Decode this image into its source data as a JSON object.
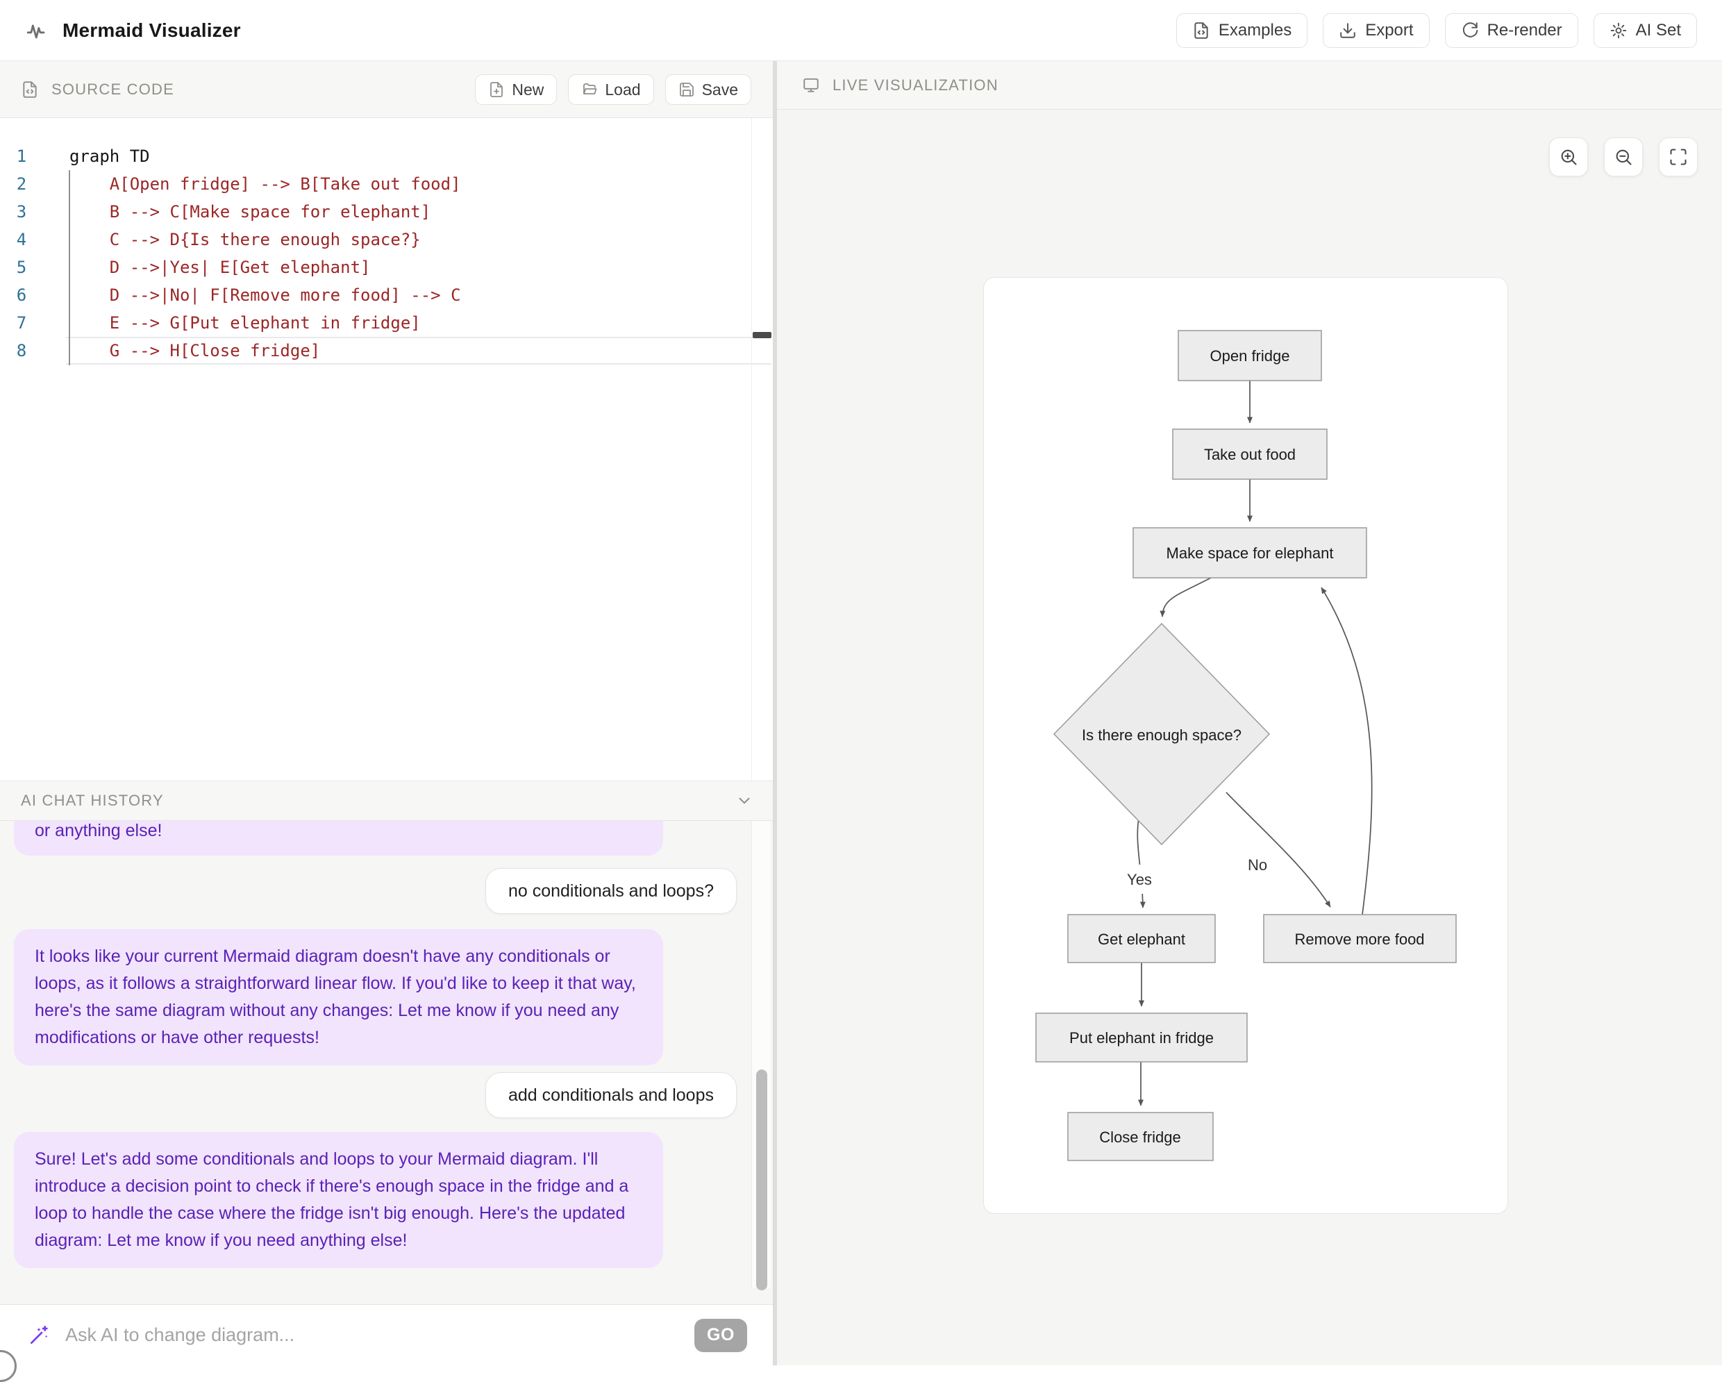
{
  "app": {
    "title": "Mermaid Visualizer"
  },
  "header_buttons": {
    "examples": "Examples",
    "export": "Export",
    "rerender": "Re-render",
    "ai_set": "AI Set"
  },
  "source_panel": {
    "title": "SOURCE CODE",
    "new_label": "New",
    "load_label": "Load",
    "save_label": "Save",
    "active_line": 8,
    "lines": [
      {
        "num": "1",
        "text": "graph TD"
      },
      {
        "num": "2",
        "text": "    A[Open fridge] --> B[Take out food]"
      },
      {
        "num": "3",
        "text": "    B --> C[Make space for elephant]"
      },
      {
        "num": "4",
        "text": "    C --> D{Is there enough space?}"
      },
      {
        "num": "5",
        "text": "    D -->|Yes| E[Get elephant]"
      },
      {
        "num": "6",
        "text": "    D -->|No| F[Remove more food] --> C"
      },
      {
        "num": "7",
        "text": "    E --> G[Put elephant in fridge]"
      },
      {
        "num": "8",
        "text": "    G --> H[Close fridge]"
      }
    ]
  },
  "chat": {
    "title": "AI CHAT HISTORY",
    "messages": [
      {
        "role": "ai",
        "text": "or anything else!"
      },
      {
        "role": "user",
        "text": "no conditionals and loops?"
      },
      {
        "role": "ai",
        "text": "It looks like your current Mermaid diagram doesn't have any conditionals or loops, as it follows a straightforward linear flow. If you'd like to keep it that way, here's the same diagram without any changes: Let me know if you need any modifications or have other requests!"
      },
      {
        "role": "user",
        "text": "add conditionals and loops"
      },
      {
        "role": "ai",
        "text": "Sure! Let's add some conditionals and loops to your Mermaid diagram. I'll introduce a decision point to check if there's enough space in the fridge and a loop to handle the case where the fridge isn't big enough. Here's the updated diagram: Let me know if you need anything else!"
      }
    ],
    "input_placeholder": "Ask AI to change diagram...",
    "send_label": "GO"
  },
  "viz": {
    "title": "LIVE VISUALIZATION",
    "diagram": {
      "type": "flowchart",
      "direction": "TD",
      "nodes": [
        {
          "id": "A",
          "label": "Open fridge",
          "shape": "rect"
        },
        {
          "id": "B",
          "label": "Take out food",
          "shape": "rect"
        },
        {
          "id": "C",
          "label": "Make space for elephant",
          "shape": "rect"
        },
        {
          "id": "D",
          "label": "Is there enough space?",
          "shape": "diamond"
        },
        {
          "id": "E",
          "label": "Get elephant",
          "shape": "rect"
        },
        {
          "id": "F",
          "label": "Remove more food",
          "shape": "rect"
        },
        {
          "id": "G",
          "label": "Put elephant in fridge",
          "shape": "rect"
        },
        {
          "id": "H",
          "label": "Close fridge",
          "shape": "rect"
        }
      ],
      "edges": [
        {
          "from": "A",
          "to": "B"
        },
        {
          "from": "B",
          "to": "C"
        },
        {
          "from": "C",
          "to": "D"
        },
        {
          "from": "D",
          "to": "E",
          "label": "Yes"
        },
        {
          "from": "D",
          "to": "F",
          "label": "No"
        },
        {
          "from": "F",
          "to": "C"
        },
        {
          "from": "E",
          "to": "G"
        },
        {
          "from": "G",
          "to": "H"
        }
      ]
    }
  },
  "colors": {
    "accent_purple": "#7c3aed",
    "ai_bubble_bg": "#f1e4fc",
    "ai_text": "#5b21b6",
    "code_keyword": "#141414",
    "code_statement": "#9c2626",
    "line_number": "#2f7195",
    "node_fill": "#ececec",
    "node_border": "#9a9a9a",
    "edge": "#555555",
    "band_bg": "#f7f7f5",
    "panel_bg": "#f5f5f3",
    "go_button_bg": "#a5a5a5"
  }
}
